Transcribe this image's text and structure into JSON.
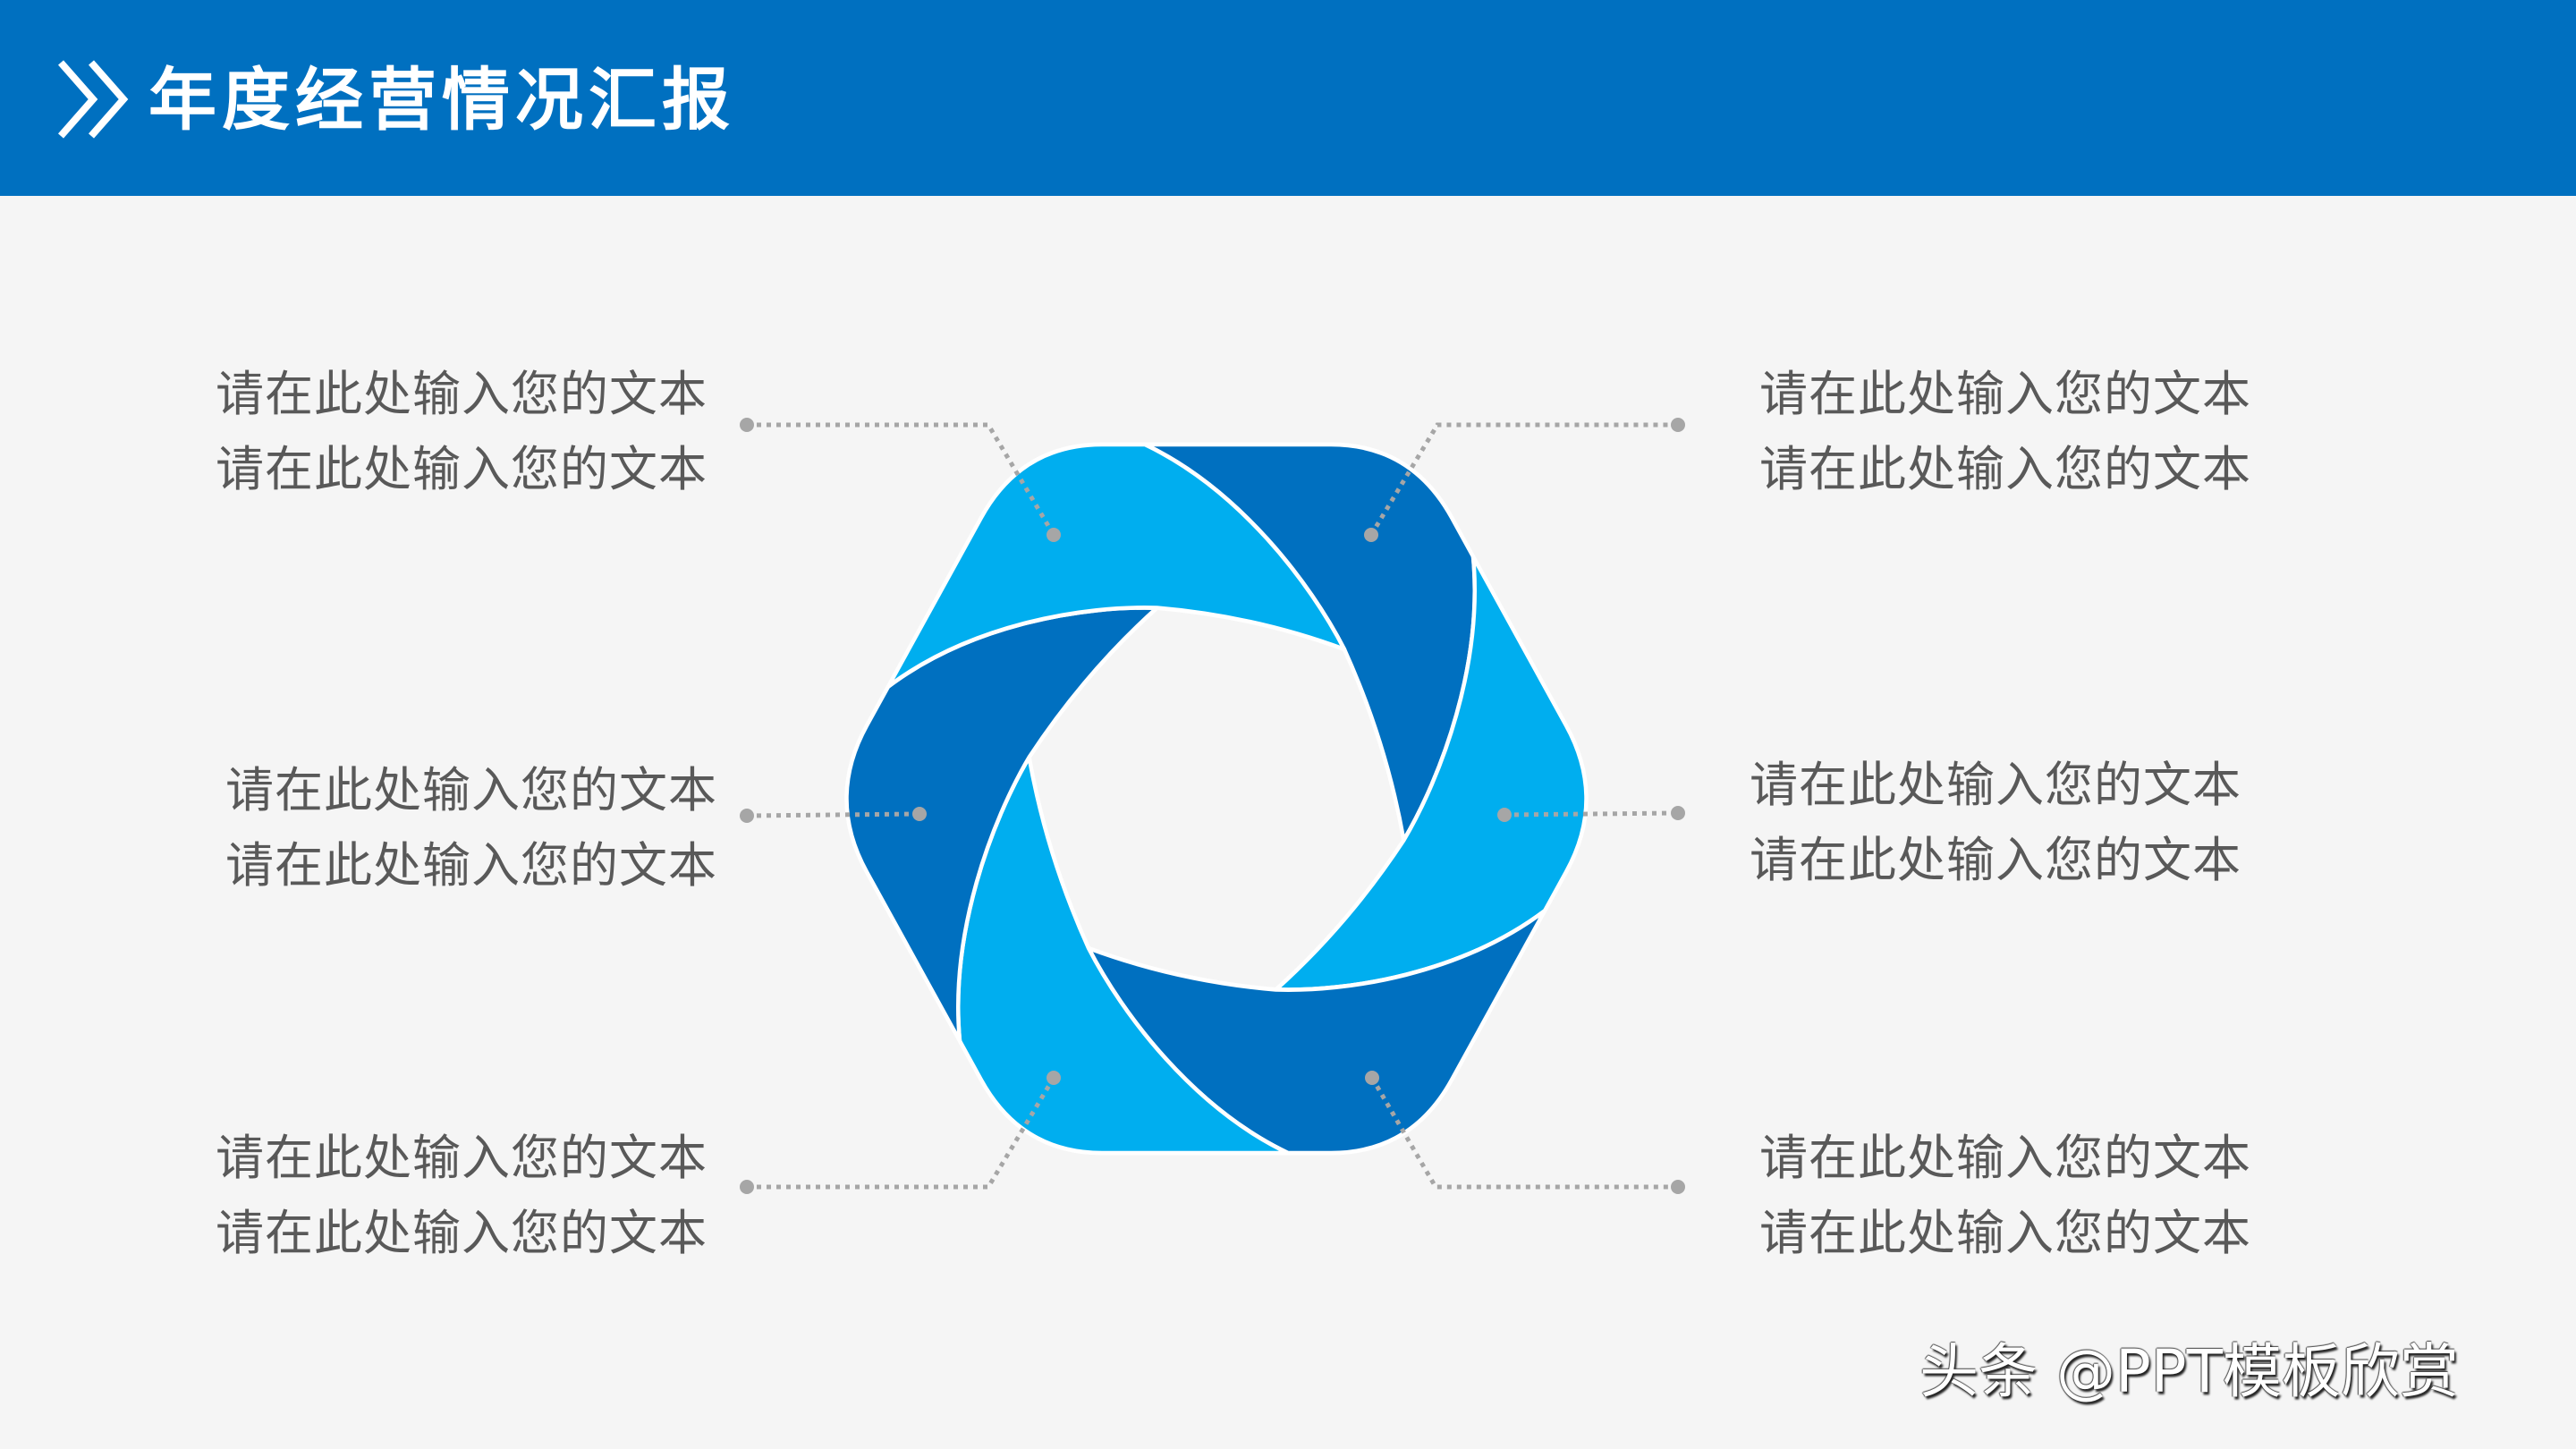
{
  "header": {
    "title": "年度经营情况汇报",
    "icon": "double-chevron-right-icon",
    "background_color": "#0070C0"
  },
  "diagram": {
    "type": "hexagon-swirl-6-segments",
    "colors": {
      "dark_blue": "#0070C0",
      "light_blue": "#00AEEF",
      "connector": "#A6A6A6",
      "text": "#595959"
    },
    "items": [
      {
        "position": "top-left",
        "line1": "请在此处输入您的文本",
        "line2": "请在此处输入您的文本"
      },
      {
        "position": "top-right",
        "line1": "请在此处输入您的文本",
        "line2": "请在此处输入您的文本"
      },
      {
        "position": "middle-left",
        "line1": "请在此处输入您的文本",
        "line2": "请在此处输入您的文本"
      },
      {
        "position": "middle-right",
        "line1": "请在此处输入您的文本",
        "line2": "请在此处输入您的文本"
      },
      {
        "position": "bottom-left",
        "line1": "请在此处输入您的文本",
        "line2": "请在此处输入您的文本"
      },
      {
        "position": "bottom-right",
        "line1": "请在此处输入您的文本",
        "line2": "请在此处输入您的文本"
      }
    ]
  },
  "watermark": {
    "text": "头条 @PPT模板欣赏"
  }
}
